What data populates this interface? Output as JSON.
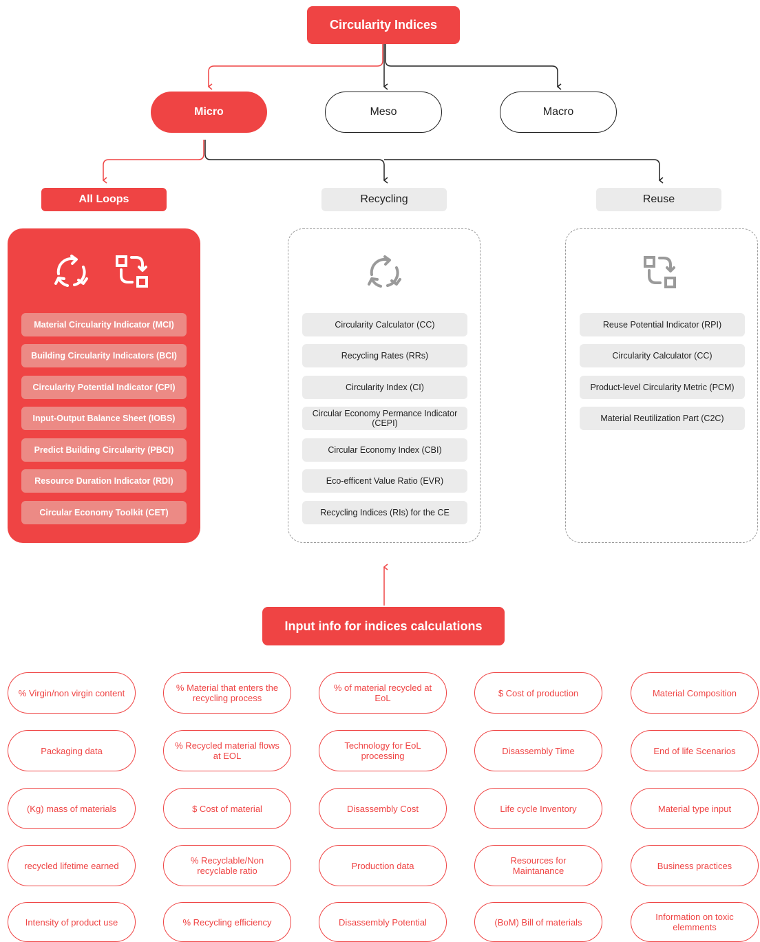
{
  "title": "Circularity Indices",
  "scales": {
    "micro": "Micro",
    "meso": "Meso",
    "macro": "Macro"
  },
  "categories": {
    "all_loops": "All Loops",
    "recycling": "Recycling",
    "reuse": "Reuse"
  },
  "all_loops_items": [
    "Material Circularity Indicator (MCI)",
    "Building Circularity Indicators (BCI)",
    "Circularity Potential Indicator (CPI)",
    "Input-Output Balance Sheet (IOBS)",
    "Predict Building Circularity (PBCI)",
    "Resource Duration Indicator (RDI)",
    "Circular Economy Toolkit (CET)"
  ],
  "recycling_items": [
    "Circularity Calculator (CC)",
    "Recycling Rates (RRs)",
    "Circularity Index (CI)",
    "Circular Economy Permance Indicator (CEPI)",
    "Circular Economy Index (CBI)",
    "Eco-efficent Value Ratio (EVR)",
    "Recycling Indices (RIs) for the CE"
  ],
  "reuse_items": [
    "Reuse Potential Indicator (RPI)",
    "Circularity Calculator (CC)",
    "Product-level Circularity Metric (PCM)",
    "Material Reutilization Part (C2C)"
  ],
  "input_title": "Input info for indices calculations",
  "inputs": [
    "% Virgin/non virgin content",
    "% Material that enters the recycling process",
    "% of material recycled at EoL",
    "$ Cost of production",
    "Material Composition",
    "Packaging data",
    "% Recycled material flows at EOL",
    "Technology for EoL processing",
    "Disassembly Time",
    "End of life Scenarios",
    "(Kg) mass of materials",
    "$ Cost of material",
    "Disassembly Cost",
    "Life cycle Inventory",
    "Material type input",
    "recycled lifetime earned",
    "% Recyclable/Non recyclable ratio",
    "Production data",
    "Resources for Maintanance",
    "Business practices",
    "Intensity of product use",
    "% Recycling efficiency",
    "Disassembly Potential",
    "(BoM) Bill of materials",
    "Information on toxic elemments"
  ],
  "colors": {
    "accent": "#ef4444",
    "item_red": "#ec8a85",
    "grey": "#ebebeb",
    "icon_grey": "#9a9a9a"
  },
  "icons": [
    "recycle-icon",
    "swap-icon"
  ]
}
